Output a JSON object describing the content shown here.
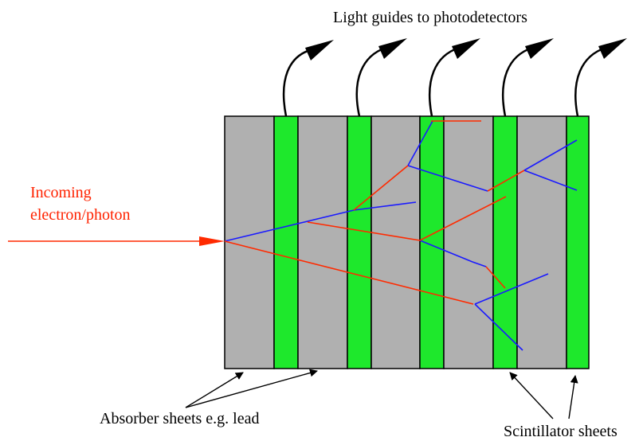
{
  "labels": {
    "light_guides": "Light guides to photodetectors",
    "incoming_line1": "Incoming",
    "incoming_line2": "electron/photon",
    "absorber": "Absorber sheets  e.g. lead",
    "scintillator": "Scintillator sheets"
  },
  "colors": {
    "absorber": "#b0b0b0",
    "scintillator": "#1ee82c",
    "outline": "#000000",
    "incoming_label": "#ff2200",
    "electron_track": "#ff2a00",
    "photon_track": "#1a1aff"
  }
}
